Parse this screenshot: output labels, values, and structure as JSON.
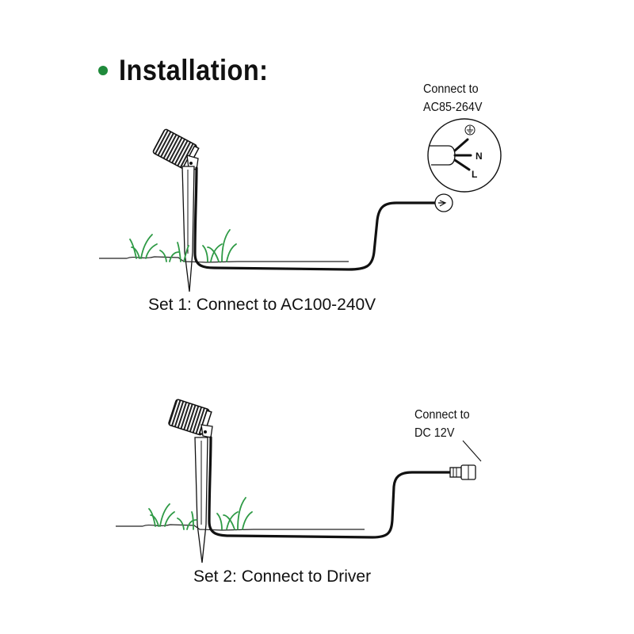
{
  "heading": {
    "title": "Installation:",
    "bullet_color": "#1f8a3b"
  },
  "set1": {
    "caption": "Set 1: Connect to AC100-240V",
    "note_line1": "Connect to",
    "note_line2": "AC85-264V",
    "wire_labels": {
      "neutral": "N",
      "live": "L"
    },
    "ground_icon": "ground-symbol-icon"
  },
  "set2": {
    "caption": "Set 2: Connect to Driver",
    "note_line1": "Connect to",
    "note_line2": "DC 12V",
    "connector_icon": "dc-connector-icon"
  },
  "colors": {
    "grass": "#2e9a45",
    "cable": "#111111",
    "line": "#222222"
  }
}
